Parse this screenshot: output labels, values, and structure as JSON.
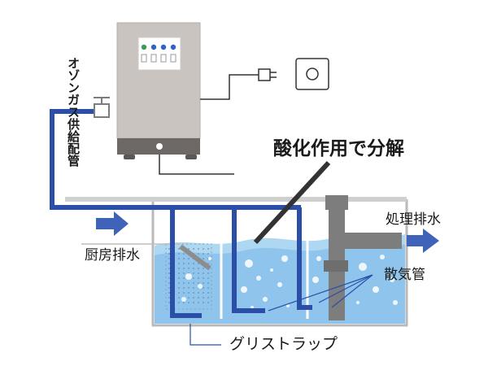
{
  "labels": {
    "ozone_pipe": "オゾンガス供給配管",
    "oxidation": "酸化作用で分解",
    "kitchen_drain": "厨房排水",
    "treated_drain": "処理排水",
    "diffuser": "散気管",
    "grease_trap": "グリストラップ"
  },
  "colors": {
    "pipe_blue": "#2b4ea8",
    "water": "#8cc3ea",
    "water_light": "#b4daf3",
    "unit_body": "#c9c4bf",
    "unit_base": "#6d6866",
    "outlet_pipe": "#7a7a7a",
    "arrow_blue": "#3f63b8",
    "indicator_green": "#3a9a5b",
    "indicator_blue": "#2f61c8"
  },
  "unit": {
    "indicators": [
      "green-light",
      "blue-light",
      "blue-light",
      "blue-light"
    ]
  },
  "icons": [
    "valve-icon",
    "plug-icon",
    "outlet-icon",
    "inflow-arrow-icon",
    "outflow-arrow-icon"
  ]
}
